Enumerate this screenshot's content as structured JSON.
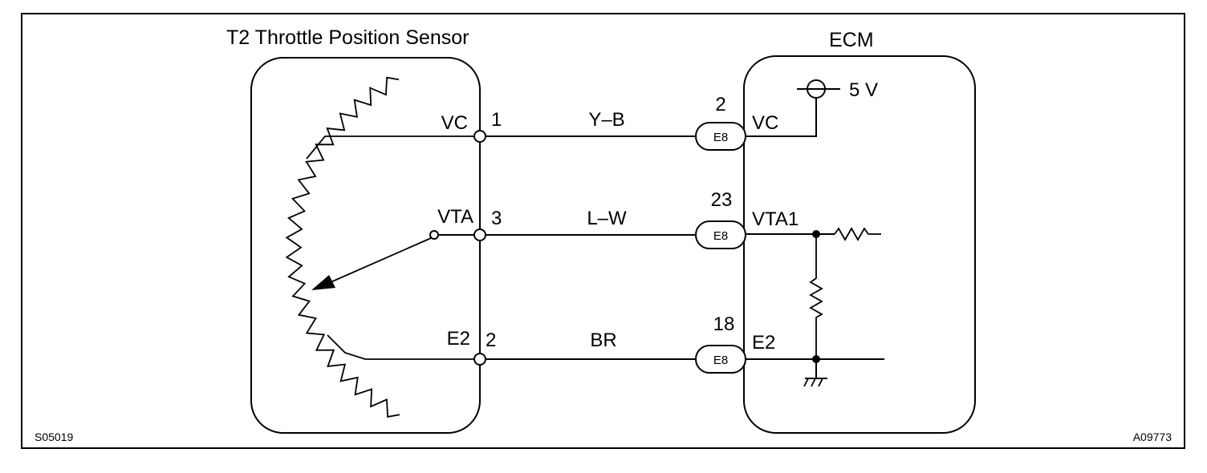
{
  "sensor": {
    "title": "T2 Throttle Position Sensor"
  },
  "ecm": {
    "title": "ECM",
    "supply": "5 V"
  },
  "circuits": [
    {
      "id": "vc",
      "sensor_pin_name": "VC",
      "sensor_pin": "1",
      "wire_color": "Y–B",
      "ecm_pin": "2",
      "connector": "E8",
      "ecm_pin_name": "VC"
    },
    {
      "id": "vta",
      "sensor_pin_name": "VTA",
      "sensor_pin": "3",
      "wire_color": "L–W",
      "ecm_pin": "23",
      "connector": "E8",
      "ecm_pin_name": "VTA1"
    },
    {
      "id": "e2",
      "sensor_pin_name": "E2",
      "sensor_pin": "2",
      "wire_color": "BR",
      "ecm_pin": "18",
      "connector": "E8",
      "ecm_pin_name": "E2"
    }
  ],
  "codes": {
    "left": "S05019",
    "right": "A09773"
  }
}
